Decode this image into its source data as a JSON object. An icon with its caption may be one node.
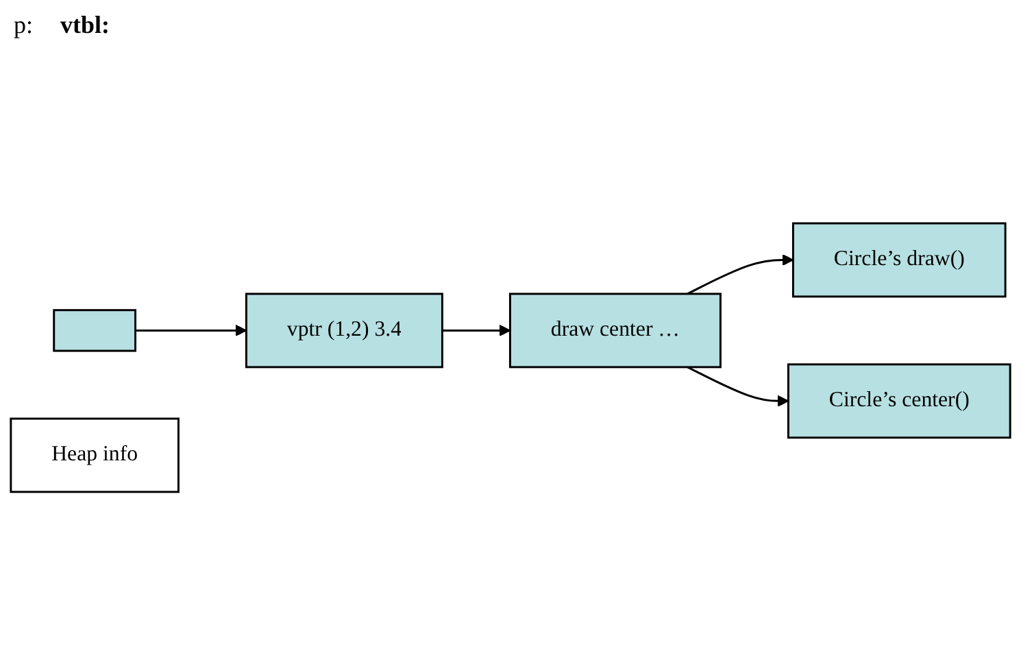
{
  "diagram": {
    "nodes": [
      {
        "text": [],
        "shape": "box"
      },
      {
        "text": [
          "Heap info"
        ]
      },
      {
        "text": [
          "vptr (1,2) 3.4"
        ]
      },
      {
        "text": [
          "draw center …"
        ]
      },
      {
        "text": [
          "Circle’s draw()"
        ]
      },
      {
        "text": [
          "Circle’s center()"
        ]
      }
    ],
    "edges": [
      {
        "from": 0,
        "to": 2,
        "arrow": "to"
      },
      {
        "from": 2,
        "to": 3,
        "arrow": "to"
      },
      {
        "from": 3,
        "to": 4,
        "arrow": "to"
      },
      {
        "from": 3,
        "to": 5,
        "arrow": "to"
      }
    ],
    "labels": [
      "p:",
      "vtbl:"
    ]
  }
}
